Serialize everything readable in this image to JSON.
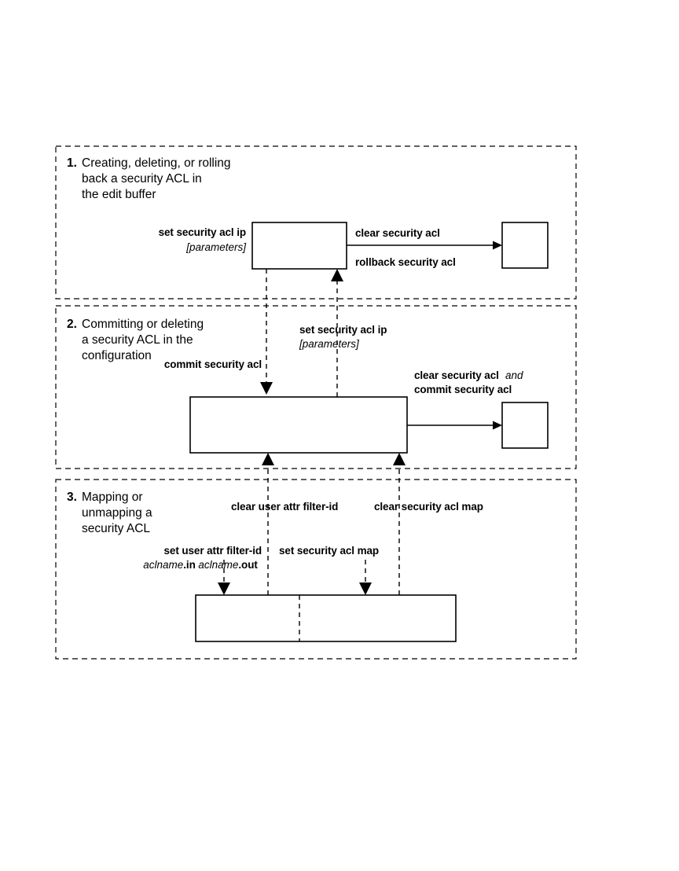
{
  "figure": {
    "title": "Security ACL command flow",
    "background_color": "#ffffff",
    "line_color": "#000000"
  },
  "sections": [
    {
      "number": "1.",
      "title_lines": [
        "Creating, deleting, or rolling",
        "back a security ACL in",
        "the edit buffer"
      ],
      "labels": [
        {
          "name": "set-security-acl-ip",
          "bold": "set security acl ip",
          "italic": "[parameters]"
        },
        {
          "name": "clear-security-acl",
          "bold": "clear security acl",
          "italic": ""
        },
        {
          "name": "rollback-security-acl",
          "bold": "rollback security acl",
          "italic": ""
        }
      ]
    },
    {
      "number": "2.",
      "title_lines": [
        "Committing or deleting",
        "a security ACL in the",
        "configuration"
      ],
      "labels": [
        {
          "name": "set-security-acl-ip",
          "bold": "set security acl ip",
          "italic": "[parameters]"
        },
        {
          "name": "commit-security-acl",
          "bold": "commit security acl",
          "italic": ""
        },
        {
          "name": "clear-and-commit-line1-a",
          "bold": "clear security acl ",
          "italic": "and"
        },
        {
          "name": "clear-and-commit-line2",
          "bold": "commit security acl",
          "italic": ""
        }
      ]
    },
    {
      "number": "3.",
      "title_lines": [
        "Mapping or",
        "unmapping a",
        "security ACL"
      ],
      "labels": [
        {
          "name": "clear-user-attr-filter-id",
          "bold": "clear user attr filter-id",
          "italic": ""
        },
        {
          "name": "clear-security-acl-map",
          "bold": "clear security acl map",
          "italic": ""
        },
        {
          "name": "set-user-attr-filter-id",
          "bold": "set user attr filter-id",
          "italic": ""
        },
        {
          "name": "set-user-attr-filter-id-args",
          "italic_1": "aclname",
          "bold_1": ".in ",
          "italic_2": "aclname",
          "bold_2": ".out"
        },
        {
          "name": "set-security-acl-map",
          "bold": "set security acl map",
          "italic": ""
        }
      ]
    }
  ],
  "text": {
    "s1_num": "1.",
    "s1_line1": "Creating, deleting, or rolling",
    "s1_line2": "back a security ACL in",
    "s1_line3": "the edit buffer",
    "s1_set_bold": "set security acl ip",
    "s1_set_ital": "[parameters]",
    "s1_clear": "clear security acl",
    "s1_rollback": "rollback security acl",
    "s2_num": "2.",
    "s2_line1": "Committing or deleting",
    "s2_line2": "a security ACL in the",
    "s2_line3": "configuration",
    "s2_set_bold": "set security acl ip",
    "s2_set_ital": "[parameters]",
    "s2_commit": "commit security acl",
    "s2_clear_bold": "clear security acl ",
    "s2_clear_ital": "and",
    "s2_commit2": "commit security acl",
    "s3_num": "3.",
    "s3_line1": "Mapping or",
    "s3_line2": "unmapping a",
    "s3_line3": "security ACL",
    "s3_clear_user": "clear user attr filter-id",
    "s3_clear_map": "clear security acl map",
    "s3_set_user": "set user attr filter-id",
    "s3_aclname_1": "aclname",
    "s3_in": ".in ",
    "s3_aclname_2": "aclname",
    "s3_out": ".out",
    "s3_set_map": "set security acl map"
  }
}
